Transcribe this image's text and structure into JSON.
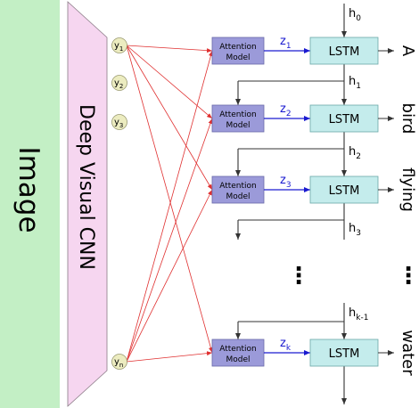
{
  "image_label": "Image",
  "cnn_label": "Deep Visual CNN",
  "features": [
    {
      "base": "y",
      "sub": "1"
    },
    {
      "base": "y",
      "sub": "2"
    },
    {
      "base": "y",
      "sub": "3"
    },
    {
      "base": "y",
      "sub": "n"
    }
  ],
  "attention": {
    "line1": "Attention",
    "line2": "Model"
  },
  "lstm_label": "LSTM",
  "context": [
    {
      "base": "z",
      "sub": "1"
    },
    {
      "base": "z",
      "sub": "2"
    },
    {
      "base": "z",
      "sub": "3"
    },
    {
      "base": "z",
      "sub": "k"
    }
  ],
  "hidden": [
    {
      "base": "h",
      "sub": "0"
    },
    {
      "base": "h",
      "sub": "1"
    },
    {
      "base": "h",
      "sub": "2"
    },
    {
      "base": "h",
      "sub": "3"
    },
    {
      "base": "h",
      "sub": "k-1"
    }
  ],
  "words": [
    "A",
    "bird",
    "flying",
    "water"
  ],
  "ellipsis": "⋮",
  "colors": {
    "image_panel": "#c3efc5",
    "cnn_panel": "#f6d6f0",
    "attention_box": "#9b9ad9",
    "lstm_box": "#c4ecec",
    "feature_circle": "#ececc0",
    "context_arrow": "#1a1ad0",
    "feature_arrow": "#e03030"
  }
}
